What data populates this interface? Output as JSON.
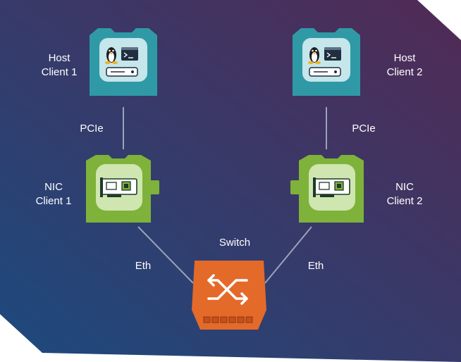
{
  "colors": {
    "bg_start": "#1c4a7e",
    "bg_end": "#522a55",
    "host_block": "#2f9aa6",
    "nic_block": "#7fb23a",
    "switch_block": "#e46a2a",
    "connector": "#9aa3b8"
  },
  "host1": {
    "line1": "Host",
    "line2": "Client 1",
    "icon": "linux-server-icon"
  },
  "host2": {
    "line1": "Host",
    "line2": "Client 2",
    "icon": "linux-server-icon"
  },
  "nic1": {
    "line1": "NIC",
    "line2": "Client 1",
    "icon": "network-card-icon"
  },
  "nic2": {
    "line1": "NIC",
    "line2": "Client 2",
    "icon": "network-card-icon"
  },
  "switch": {
    "label": "Switch",
    "icon": "switch-arrows-icon"
  },
  "links": {
    "pcie_left": "PCIe",
    "pcie_right": "PCIe",
    "eth_left": "Eth",
    "eth_right": "Eth"
  }
}
